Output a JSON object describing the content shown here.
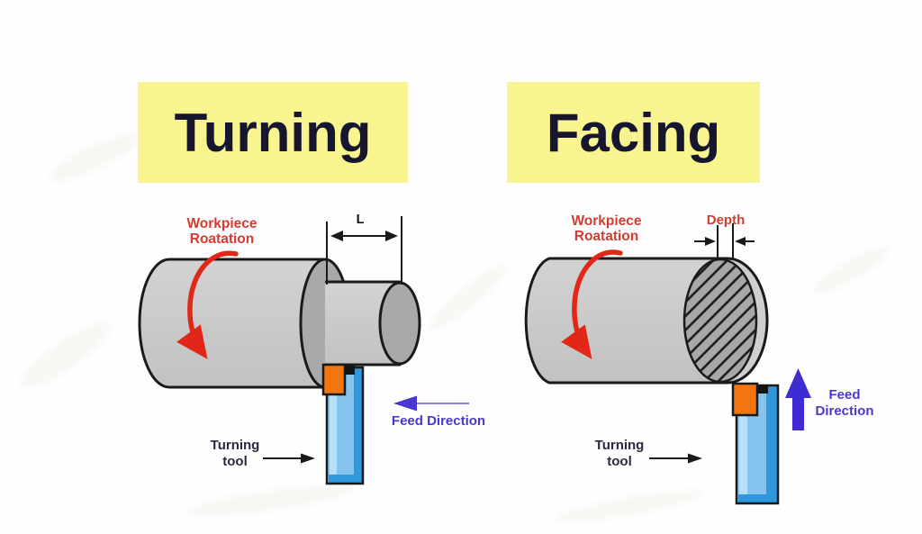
{
  "left_panel": {
    "title": "Turning",
    "rotation_label": {
      "line1": "Workpiece",
      "line2": "Roatation"
    },
    "dimension_label": "L",
    "feed_label": "Feed Direction",
    "tool_label": {
      "line1": "Turning",
      "line2": "tool"
    }
  },
  "right_panel": {
    "title": "Facing",
    "rotation_label": {
      "line1": "Workpiece",
      "line2": "Roatation"
    },
    "dimension_label": "Depth",
    "feed_label": {
      "line1": "Feed",
      "line2": "Direction"
    },
    "tool_label": {
      "line1": "Turning",
      "line2": "tool"
    }
  },
  "colors": {
    "title_background": "#f8f591",
    "title_text": "#16162e",
    "rotation_red": "#d23c33",
    "arrow_red": "#e02718",
    "feed_violet": "#4838d0",
    "feed_arrow_solid": "#3e2cd2",
    "tool_blue": "#85c4ef",
    "tool_blue_dark": "#2f97db",
    "insert_orange": "#f2750f",
    "cylinder_body_gray": "#c9c9c9",
    "cylinder_end_gray": "#a9a9a9",
    "facing_rim_gray": "#cfcfcf",
    "outline_black": "#1a1a1a",
    "tool_text_dark": "#2a2a3e"
  }
}
